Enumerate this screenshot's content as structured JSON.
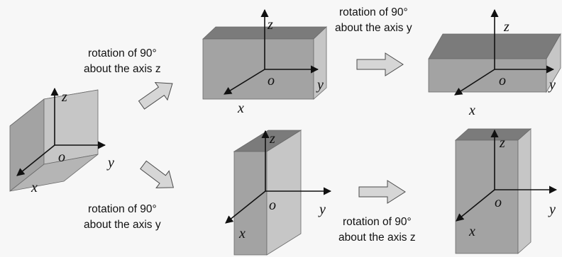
{
  "captions": {
    "top_left": [
      "rotation of 90°",
      "about the axis z"
    ],
    "top_right": [
      "rotation of 90°",
      "about the axis y"
    ],
    "bottom_left": [
      "rotation of 90°",
      "about the axis y"
    ],
    "bottom_right": [
      "rotation of 90°",
      "about the axis z"
    ]
  },
  "axes": {
    "x": "x",
    "y": "y",
    "z": "z",
    "origin": "o"
  },
  "colors": {
    "background": "#f7f7f7",
    "box_top": "#7b7b7b",
    "box_side_dark": "#a3a3a3",
    "box_side_light": "#c6c6c6",
    "arrow_fill": "#d6d6d6",
    "arrow_stroke": "#4a4a4a"
  }
}
